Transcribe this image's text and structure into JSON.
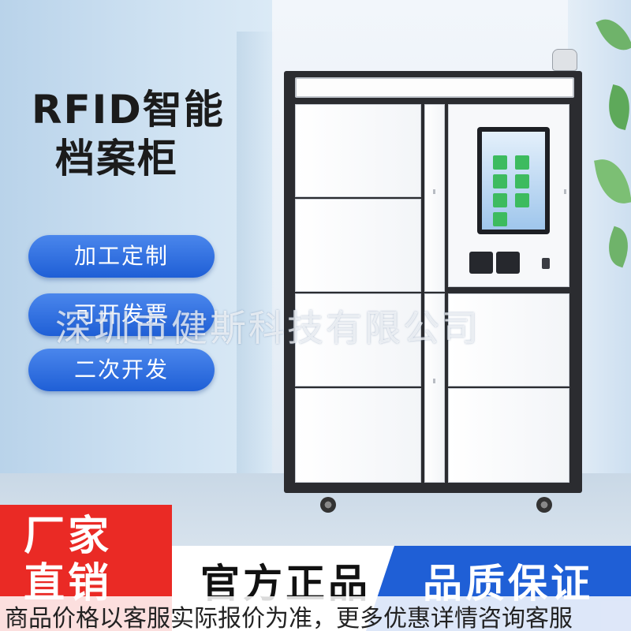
{
  "product": {
    "title_line1": "RFID智能",
    "title_line2": "档案柜"
  },
  "features": [
    {
      "label": "加工定制"
    },
    {
      "label": "可开发票"
    },
    {
      "label": "二次开发"
    }
  ],
  "watermark": "深圳市健斯科技有限公司",
  "promo": {
    "red_line1": "厂家",
    "red_line2": "直销",
    "banner_left": "官方正品",
    "banner_right": "品质保证"
  },
  "footer_note": "商品价格以客服实际报价为准，更多优惠详情咨询客服",
  "colors": {
    "accent_blue": "#1f5fd6",
    "promo_red": "#ea2a25",
    "cabinet_frame": "#2b2c30",
    "screen_tile": "#3dbb5f"
  }
}
